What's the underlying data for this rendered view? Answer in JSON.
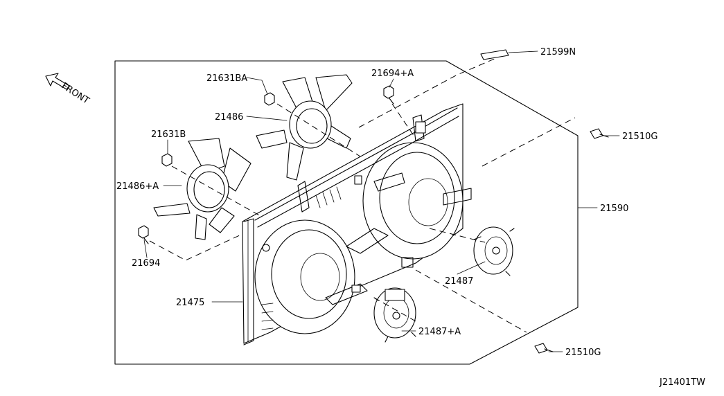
{
  "diagram": {
    "labels": {
      "part_21599N": "21599N",
      "part_21631BA": "21631BA",
      "part_21694A": "21694+A",
      "part_21486": "21486",
      "part_21631B": "21631B",
      "part_21510G_top": "21510G",
      "part_21486A": "21486+A",
      "part_21590": "21590",
      "part_21694": "21694",
      "part_21487": "21487",
      "part_21475": "21475",
      "part_21487A": "21487+A",
      "part_21510G_bottom": "21510G",
      "front": "FRONT",
      "diagram_code": "J21401TW"
    }
  }
}
